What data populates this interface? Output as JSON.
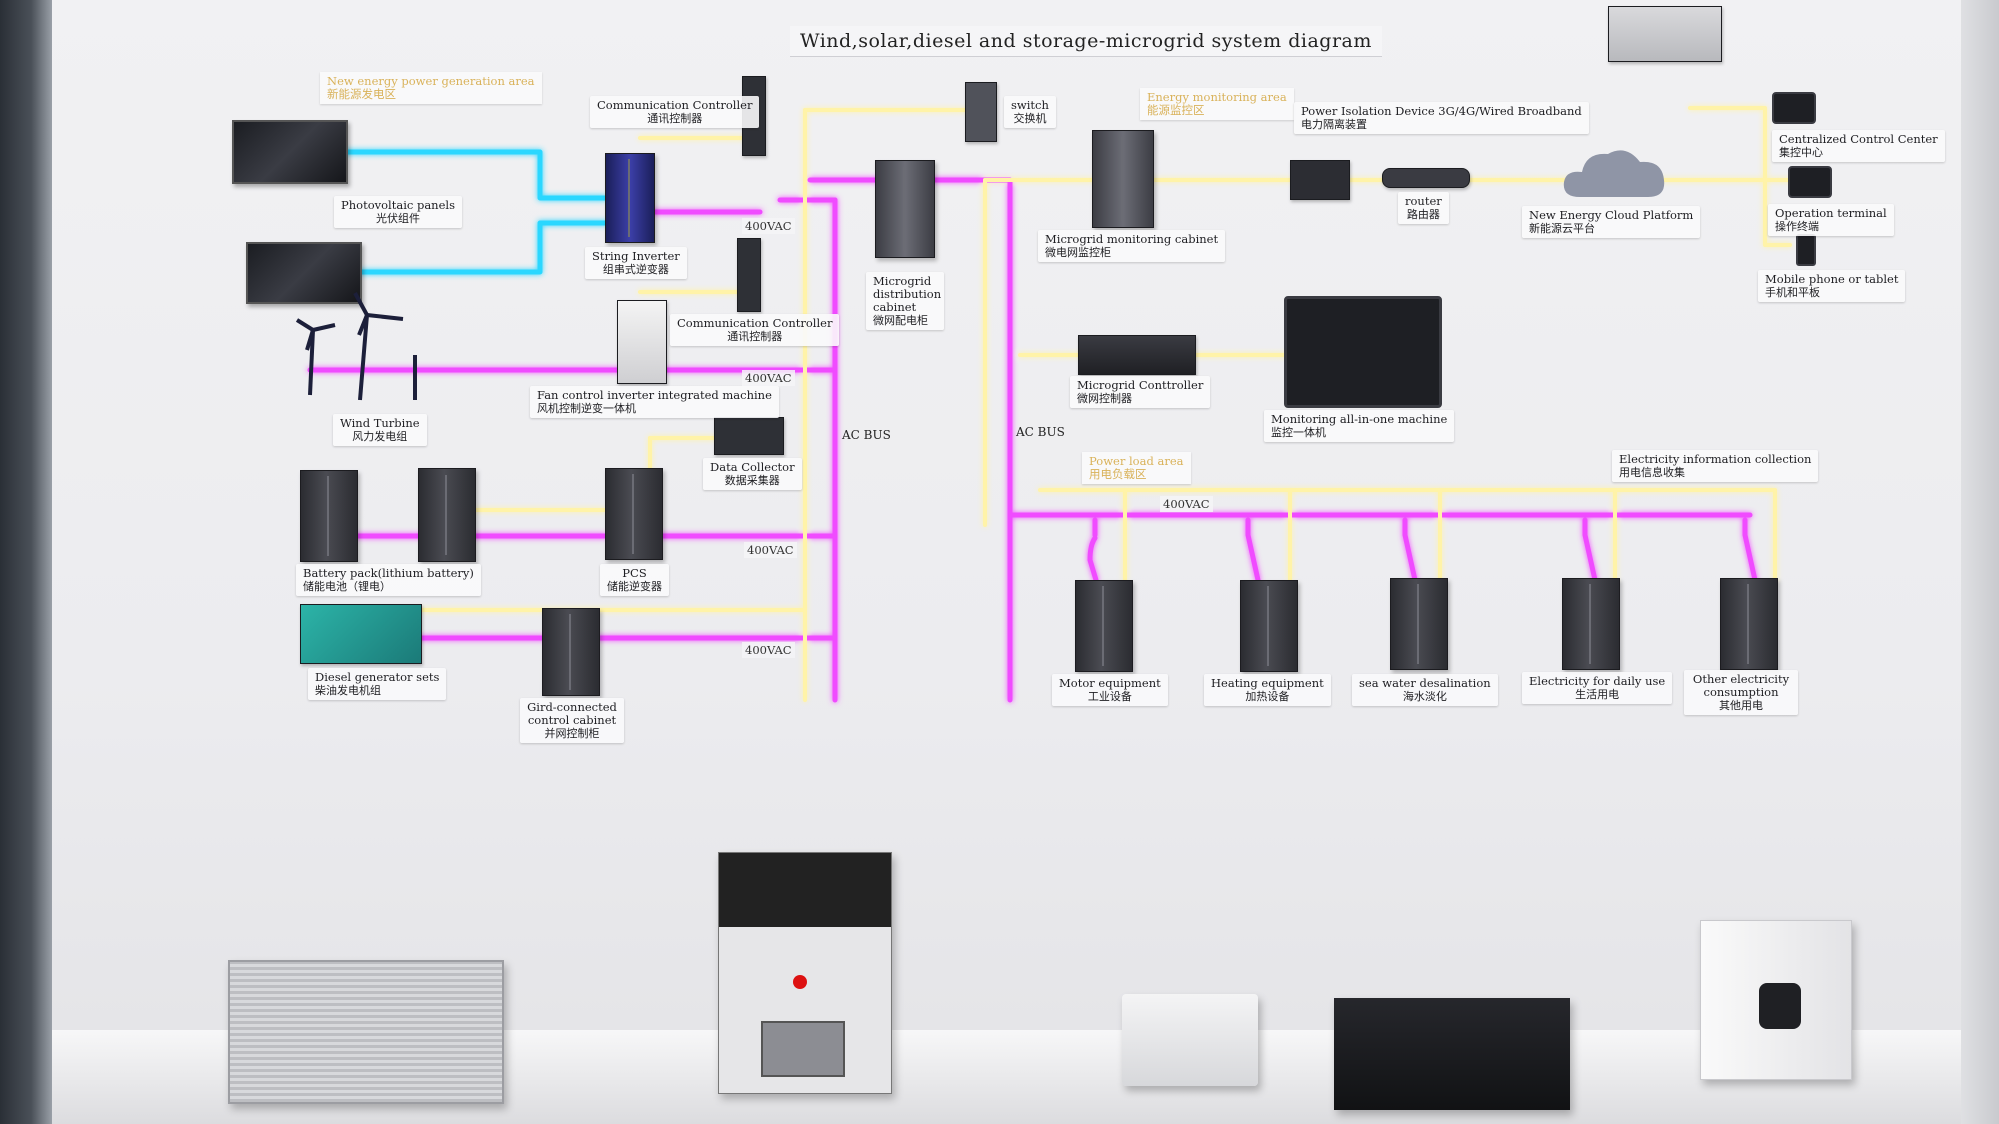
{
  "title": "Wind,solar,diesel and storage-microgrid system diagram",
  "areas": {
    "new_energy": {
      "en": "New energy power generation area",
      "zh": "新能源发电区"
    },
    "energy_monitoring": {
      "en": "Energy monitoring area",
      "zh": "能源监控区"
    },
    "power_load": {
      "en": "Power load area",
      "zh": "用电负载区"
    }
  },
  "labels": {
    "pv": {
      "en": "Photovoltaic panels",
      "zh": "光伏组件"
    },
    "string_inverter": {
      "en": "String Inverter",
      "zh": "组串式逆变器"
    },
    "comm_ctrl_1": {
      "en": "Communication Controller",
      "zh": "通讯控制器"
    },
    "comm_ctrl_2": {
      "en": "Communication Controller",
      "zh": "通讯控制器"
    },
    "switch": {
      "en": "switch",
      "zh": "交换机"
    },
    "wind": {
      "en": "Wind Turbine",
      "zh": "风力发电组"
    },
    "fan_inverter": {
      "en": "Fan control inverter integrated machine",
      "zh": "风机控制逆变一体机"
    },
    "data_collector": {
      "en": "Data Collector",
      "zh": "数据采集器"
    },
    "battery": {
      "en": "Battery pack(lithium battery)",
      "zh": "储能电池（锂电）"
    },
    "pcs": {
      "en": "PCS",
      "zh": "储能逆变器"
    },
    "diesel": {
      "en": "Diesel generator sets",
      "zh": "柴油发电机组"
    },
    "grid_cabinet": {
      "en": "Gird-connected control cabinet",
      "zh": "并网控制柜"
    },
    "micro_dist": {
      "en": "Microgrid distribution cabinet",
      "zh": "微网配电柜"
    },
    "micro_mon": {
      "en": "Microgrid monitoring cabinet",
      "zh": "微电网监控柜"
    },
    "isolation": {
      "en": "Power Isolation Device   3G/4G/Wired Broadband",
      "zh": "电力隔离装置"
    },
    "router": {
      "en": "router",
      "zh": "路由器"
    },
    "cloud": {
      "en": "New Energy Cloud Platform",
      "zh": "新能源云平台"
    },
    "central": {
      "en": "Centralized Control Center",
      "zh": "集控中心"
    },
    "op_terminal": {
      "en": "Operation terminal",
      "zh": "操作终端"
    },
    "mobile": {
      "en": "Mobile phone or tablet",
      "zh": "手机和平板"
    },
    "micro_ctrl": {
      "en": "Microgrid Conttroller",
      "zh": "微网控制器"
    },
    "monitor_aio": {
      "en": "Monitoring all-in-one machine",
      "zh": "监控一体机"
    },
    "elec_info": {
      "en": "Electricity information collection",
      "zh": "用电信息收集"
    },
    "motor": {
      "en": "Motor equipment",
      "zh": "工业设备"
    },
    "heating": {
      "en": "Heating equipment",
      "zh": "加热设备"
    },
    "desal": {
      "en": "sea water desalination",
      "zh": "海水淡化"
    },
    "daily": {
      "en": "Electricity for daily use",
      "zh": "生活用电"
    },
    "other": {
      "en": "Other electricity consumption",
      "zh": "其他用电"
    }
  },
  "voltages": [
    "400VAC",
    "400VAC",
    "400VAC",
    "400VAC",
    "400VAC"
  ],
  "buses": [
    "AC  BUS",
    "AC  BUS"
  ],
  "colors": {
    "dc_cyan": "#29d7ff",
    "ac_magenta": "#f04cff",
    "comm_yellow": "#fff3a8"
  }
}
